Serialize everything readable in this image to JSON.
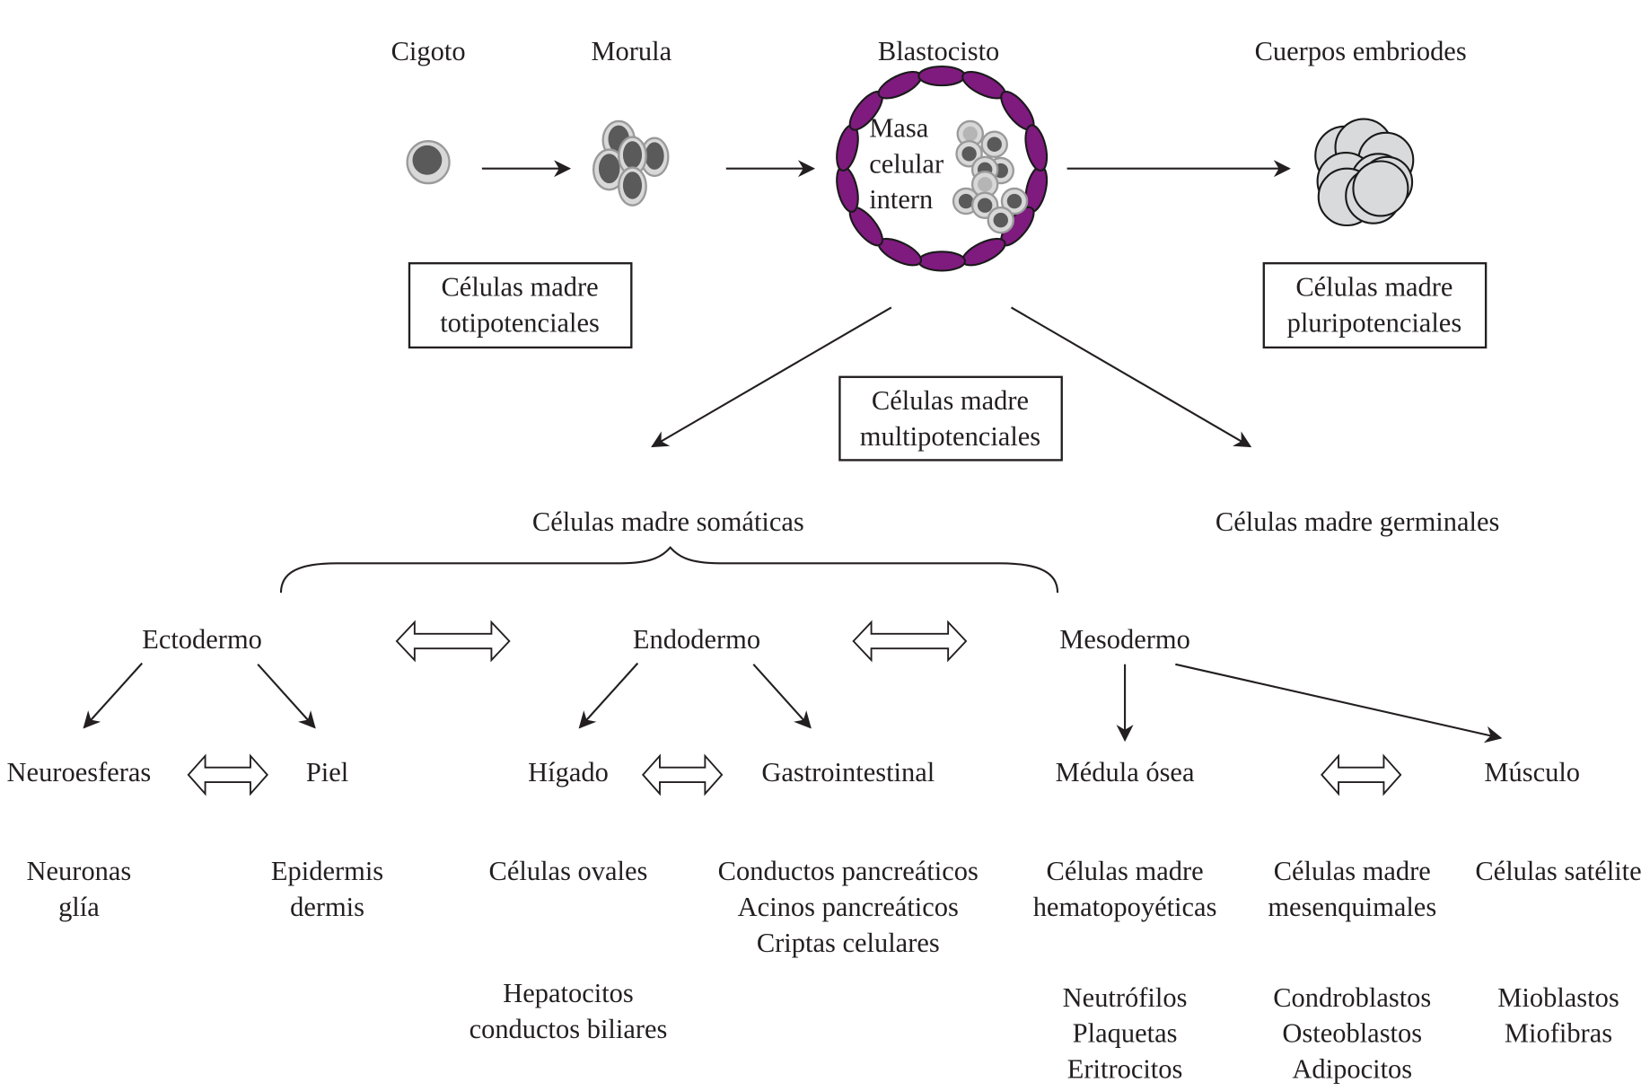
{
  "stages": {
    "zygote": "Cigoto",
    "morula": "Morula",
    "blastocyst": "Blastocisto",
    "embryoid_bodies": "Cuerpos embriodes",
    "inner_cell_mass": [
      "Masa",
      "celular",
      "intern"
    ]
  },
  "boxes": {
    "totipotent": [
      "Células madre",
      "totipotenciales"
    ],
    "pluripotent": [
      "Células madre",
      "pluripotenciales"
    ],
    "multipotent": [
      "Células madre",
      "multipotenciales"
    ]
  },
  "branches": {
    "somatic": "Células madre somáticas",
    "germinal": "Células madre germinales"
  },
  "germ_layers": {
    "ectoderm": "Ectodermo",
    "endoderm": "Endodermo",
    "mesoderm": "Mesodermo"
  },
  "tissues": {
    "neurospheres": "Neuroesferas",
    "skin": "Piel",
    "liver": "Hígado",
    "gastrointestinal": "Gastrointestinal",
    "bone_marrow": "Médula ósea",
    "muscle": "Músculo"
  },
  "stem_cells": {
    "neuro": [
      "Neuronas",
      "glía"
    ],
    "skin": [
      "Epidermis",
      "dermis"
    ],
    "liver": [
      "Células ovales"
    ],
    "gi": [
      "Conductos pancreáticos",
      "Acinos pancreáticos",
      "Criptas celulares"
    ],
    "hematopoietic": [
      "Células madre",
      "hematopoyéticas"
    ],
    "mesenchymal": [
      "Células madre",
      "mesenquimales"
    ],
    "satellite": [
      "Células satélite"
    ]
  },
  "derived": {
    "liver": [
      "Hepatocitos",
      "conductos biliares"
    ],
    "hematopoietic": [
      "Neutrófilos",
      "Plaquetas",
      "Eritrocitos"
    ],
    "mesenchymal": [
      "Condroblastos",
      "Osteoblastos",
      "Adipocitos"
    ],
    "satellite": [
      "Mioblastos",
      "Miofibras"
    ]
  },
  "colors": {
    "trophoblast": "#7f1a7f",
    "cell_outer": "#d8d8d8",
    "nucleus": "#5a5a5a",
    "embryoid_cell": "#d9dadc",
    "ink": "#231f20"
  }
}
